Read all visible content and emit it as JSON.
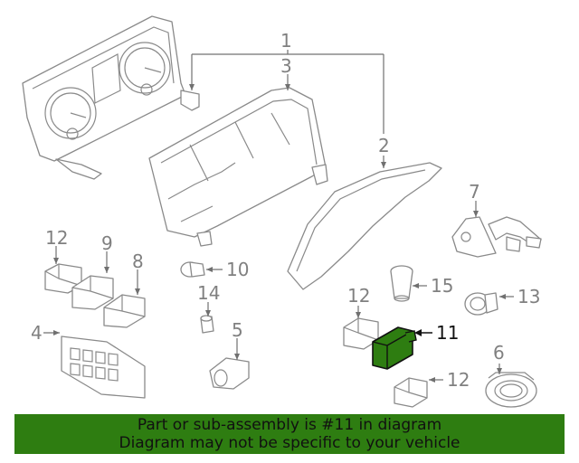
{
  "callouts": {
    "c1": "1",
    "c2": "2",
    "c3": "3",
    "c4": "4",
    "c5": "5",
    "c6": "6",
    "c7": "7",
    "c8": "8",
    "c9": "9",
    "c10": "10",
    "c11": "11",
    "c12a": "12",
    "c12b": "12",
    "c12c": "12",
    "c13": "13",
    "c14": "14",
    "c15": "15"
  },
  "banner": {
    "line1": "Part or sub-assembly is #11 in diagram",
    "line2": "Diagram may not be specific to your vehicle"
  },
  "colors": {
    "highlight": "#2e7d11",
    "banner_bg": "#2e7d11",
    "line": "#8a8a8a",
    "label": "#808080"
  }
}
